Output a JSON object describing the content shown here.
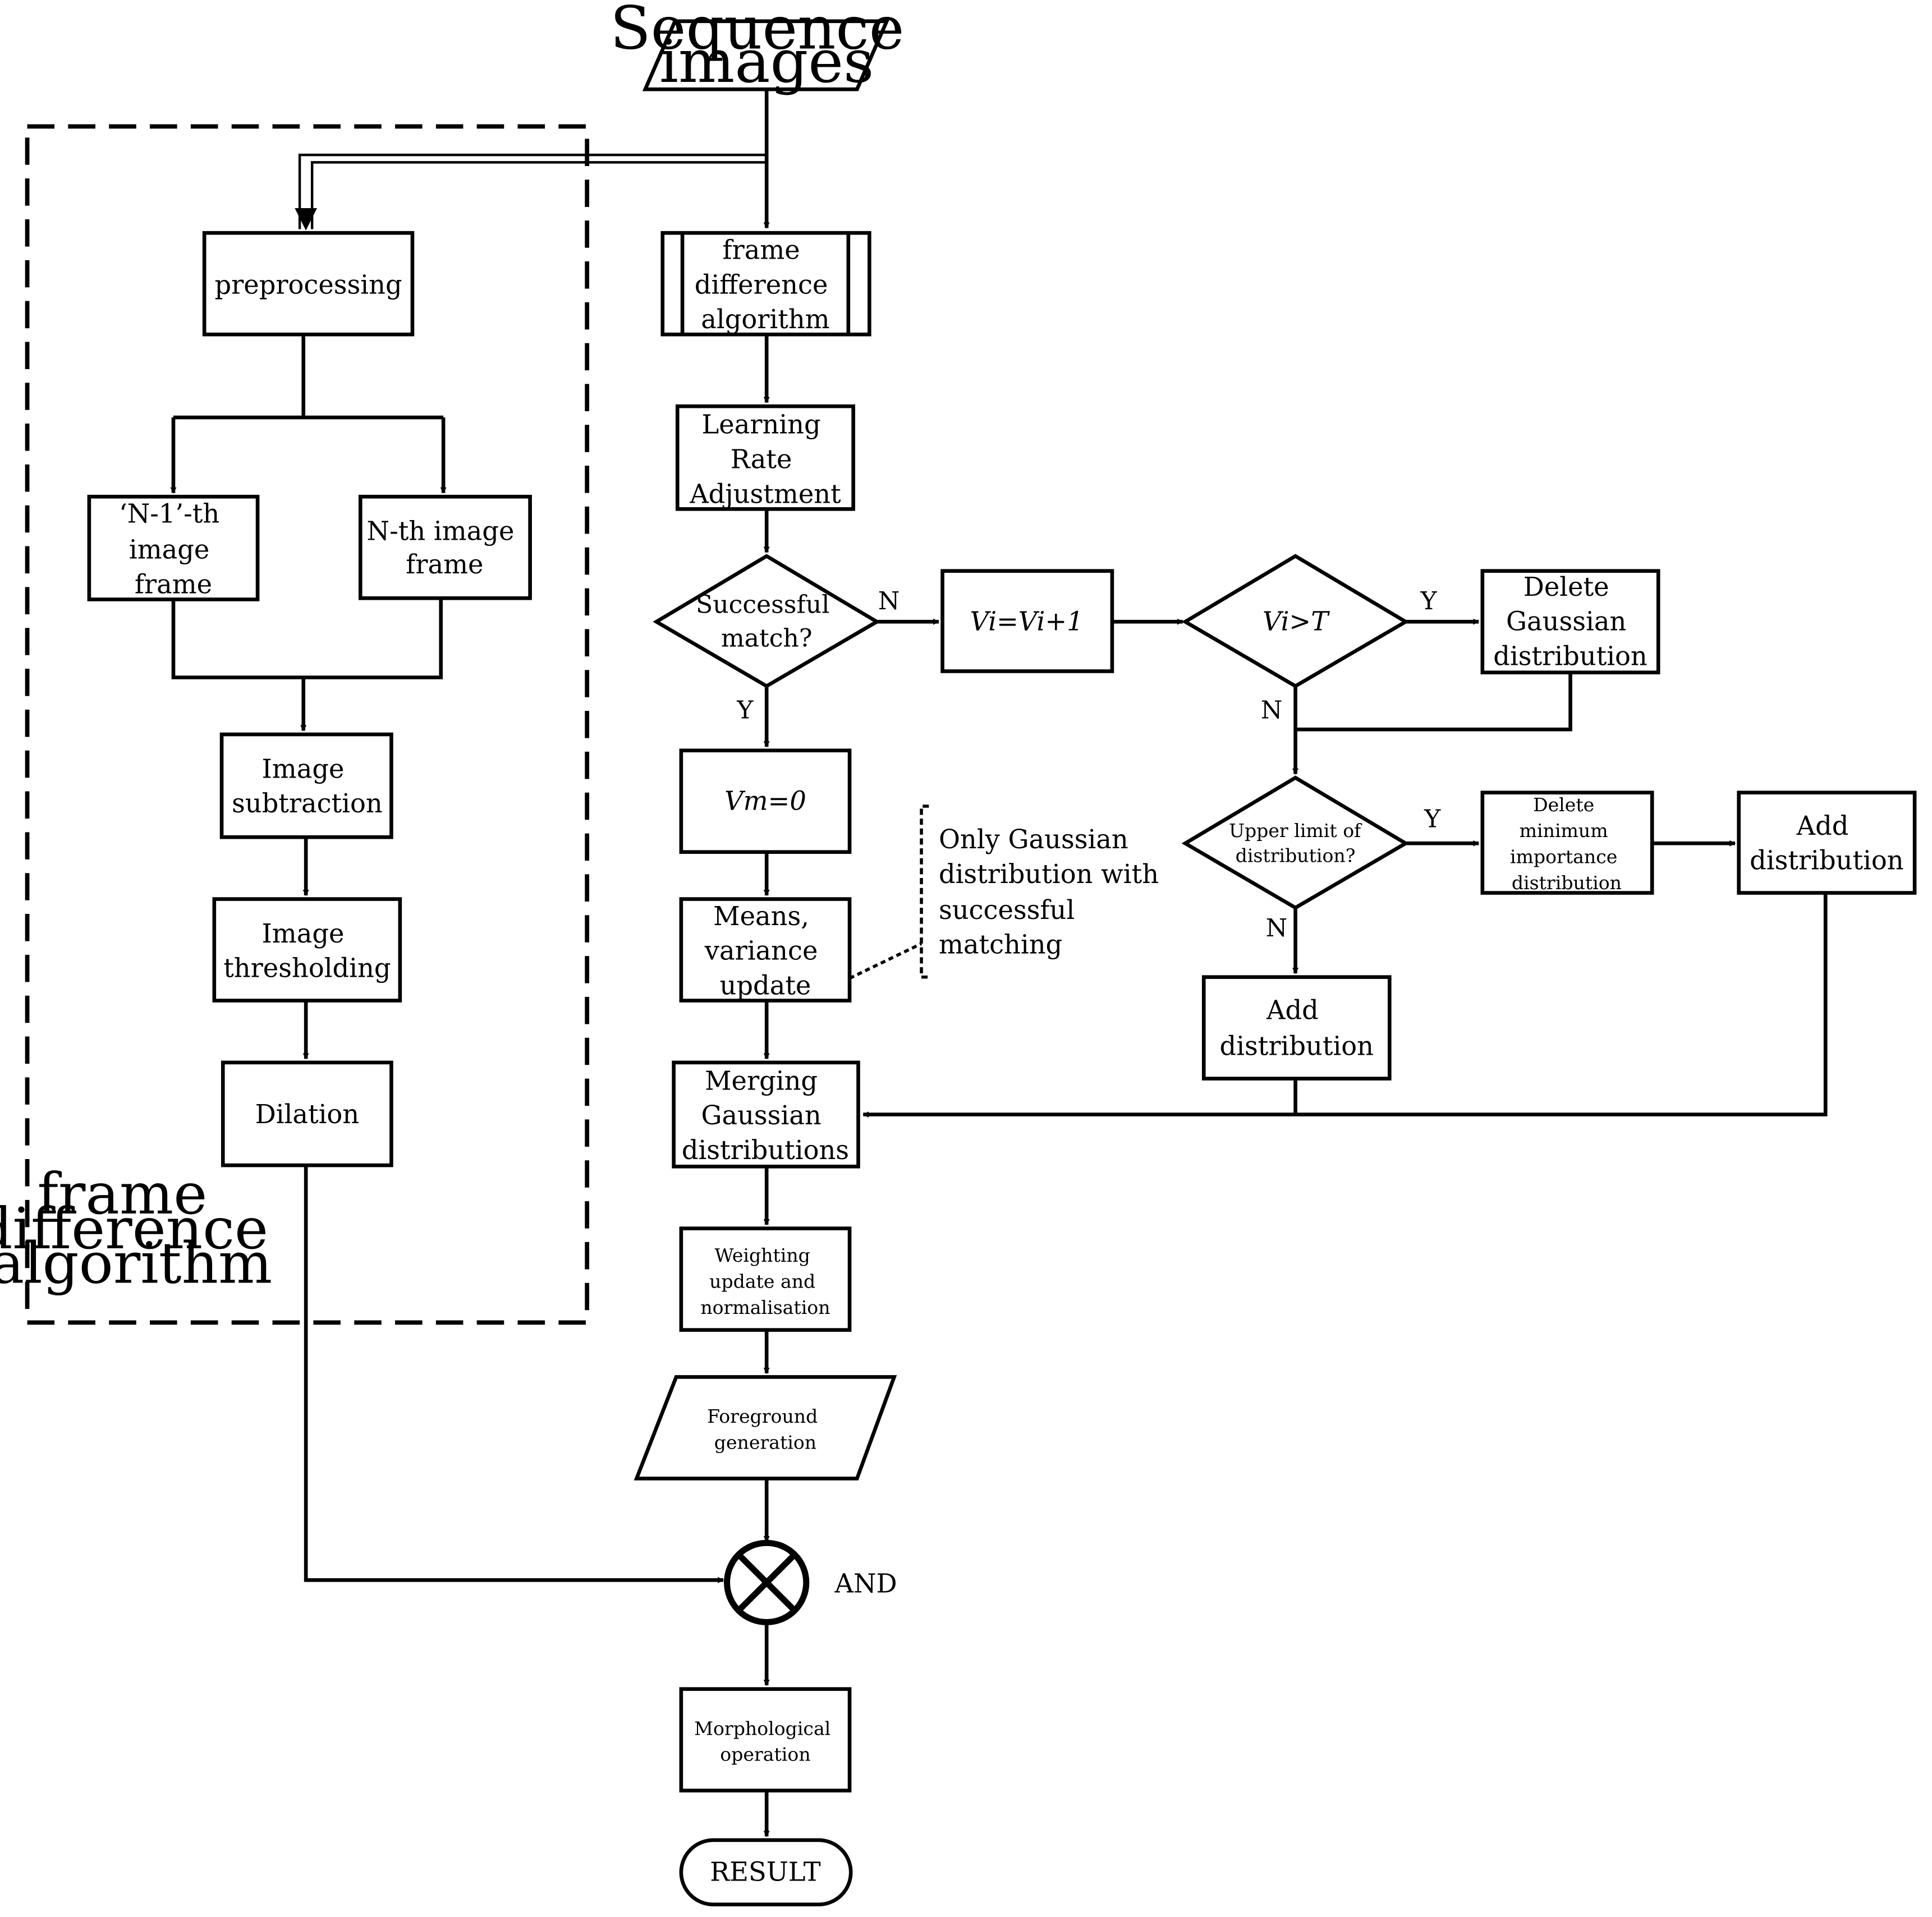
{
  "nodes": {
    "sequence_images": [
      "Sequence",
      "images"
    ],
    "frame_diff_main": [
      "frame",
      "difference",
      "algorithm"
    ],
    "learning_rate": [
      "Learning",
      "Rate",
      "Adjustment"
    ],
    "successful_match": [
      "Successful",
      "match?"
    ],
    "vi_increment": "Vi=Vi+1",
    "vi_gt_t": "Vi>T",
    "delete_gaussian": [
      "Delete",
      "Gaussian",
      "distribution"
    ],
    "upper_limit": [
      "Upper limit of",
      "distribution?"
    ],
    "delete_min": [
      "Delete",
      "minimum",
      "importance",
      "distribution"
    ],
    "add_distribution_right": [
      "Add",
      "distribution"
    ],
    "add_distribution_mid": [
      "Add",
      "distribution"
    ],
    "vm_zero": "Vm=0",
    "means_update": [
      "Means,",
      "variance",
      "update"
    ],
    "merging": [
      "Merging",
      "Gaussian",
      "distributions"
    ],
    "weighting": [
      "Weighting",
      "update and",
      "normalisation"
    ],
    "foreground": [
      "Foreground",
      "generation"
    ],
    "and_label": "AND",
    "morphological": [
      "Morphological",
      "operation"
    ],
    "result": "RESULT",
    "preprocessing": "preprocessing",
    "n1_frame": [
      "‘N-1’-th",
      "image",
      "frame"
    ],
    "n_frame": [
      "N-th image",
      "frame"
    ],
    "image_subtraction": [
      "Image",
      "subtraction"
    ],
    "image_thresholding": [
      "Image",
      "thresholding"
    ],
    "dilation": "Dilation",
    "group_label": [
      "frame",
      "difference",
      "algorithm"
    ],
    "annotation": [
      "Only Gaussian",
      "distribution with",
      "successful",
      "matching"
    ]
  },
  "edge_labels": {
    "match_no": "N",
    "match_yes": "Y",
    "vi_yes": "Y",
    "vi_no": "N",
    "limit_yes": "Y",
    "limit_no": "N"
  }
}
